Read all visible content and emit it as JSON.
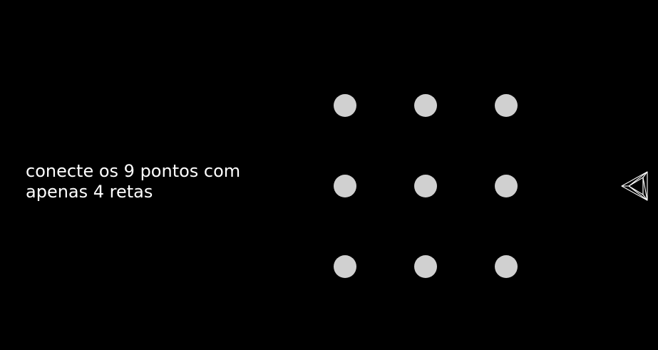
{
  "puzzle": {
    "instruction_line1": "conecte os 9 pontos com",
    "instruction_line2": "apenas 4 retas",
    "grid": {
      "rows": 3,
      "cols": 3
    },
    "dot_color": "#d0d0d0",
    "background_color": "#000000",
    "text_color": "#ffffff"
  },
  "logo": {
    "icon": "wireframe-triangle-logo-icon"
  }
}
